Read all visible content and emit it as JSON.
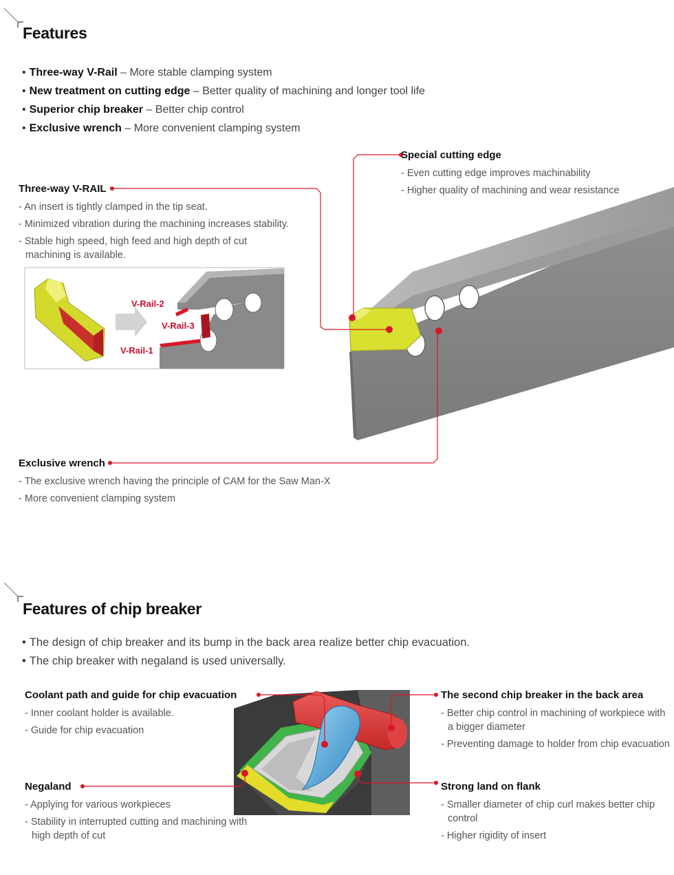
{
  "features": {
    "title": "Features",
    "bullets": [
      {
        "strong": "Three-way V-Rail",
        "rest": " – More stable clamping system"
      },
      {
        "strong": "New treatment on cutting edge",
        "rest": " – Better quality of machining and longer tool life"
      },
      {
        "strong": "Superior chip breaker",
        "rest": " – Better chip control"
      },
      {
        "strong": "Exclusive wrench",
        "rest": " – More convenient clamping system"
      }
    ]
  },
  "callouts": {
    "vrail": {
      "title": "Three-way V-RAIL",
      "items": [
        "An insert is tightly clamped in the tip seat.",
        "Minimized vibration during the machining increases stability.",
        "Stable high speed, high feed and high depth of cut machining is available."
      ]
    },
    "special_edge": {
      "title": "Special cutting edge",
      "items": [
        "Even cutting edge improves machinability",
        "Higher quality of machining and wear resistance"
      ]
    },
    "wrench": {
      "title": "Exclusive wrench",
      "items": [
        "The exclusive wrench having the principle of CAM for the Saw Man-X",
        "More convenient clamping system"
      ]
    }
  },
  "vrail_labels": {
    "rail1": "V-Rail-1",
    "rail2": "V-Rail-2",
    "rail3": "V-Rail-3"
  },
  "chip": {
    "title": "Features of chip breaker",
    "bullets": [
      "The design of chip breaker and its bump in the back area realize better chip evacuation.",
      "The chip breaker with negaland is used universally."
    ]
  },
  "chip_callouts": {
    "coolant": {
      "title": "Coolant path and guide for chip evacuation",
      "items": [
        "Inner coolant holder is available.",
        "Guide for chip evacuation"
      ]
    },
    "negaland": {
      "title": "Negaland",
      "items": [
        "Applying for various workpieces",
        "Stability in interrupted cutting and machining with high depth of cut"
      ]
    },
    "second": {
      "title": "The second chip breaker in the back area",
      "items": [
        "Better chip control in machining of workpiece with a bigger diameter",
        "Preventing damage to holder from chip evacuation"
      ]
    },
    "land": {
      "title": "Strong land on flank",
      "items": [
        "Smaller diameter of chip curl makes better chip control",
        "Higher rigidity of insert"
      ]
    }
  },
  "colors": {
    "accent": "#d7182a",
    "insert_yellow": "#d9e030",
    "holder_grey": "#8a8a8a",
    "chip_blue": "#3e9fd6",
    "chip_red": "#d93a3a",
    "land_green": "#3fb54a"
  }
}
